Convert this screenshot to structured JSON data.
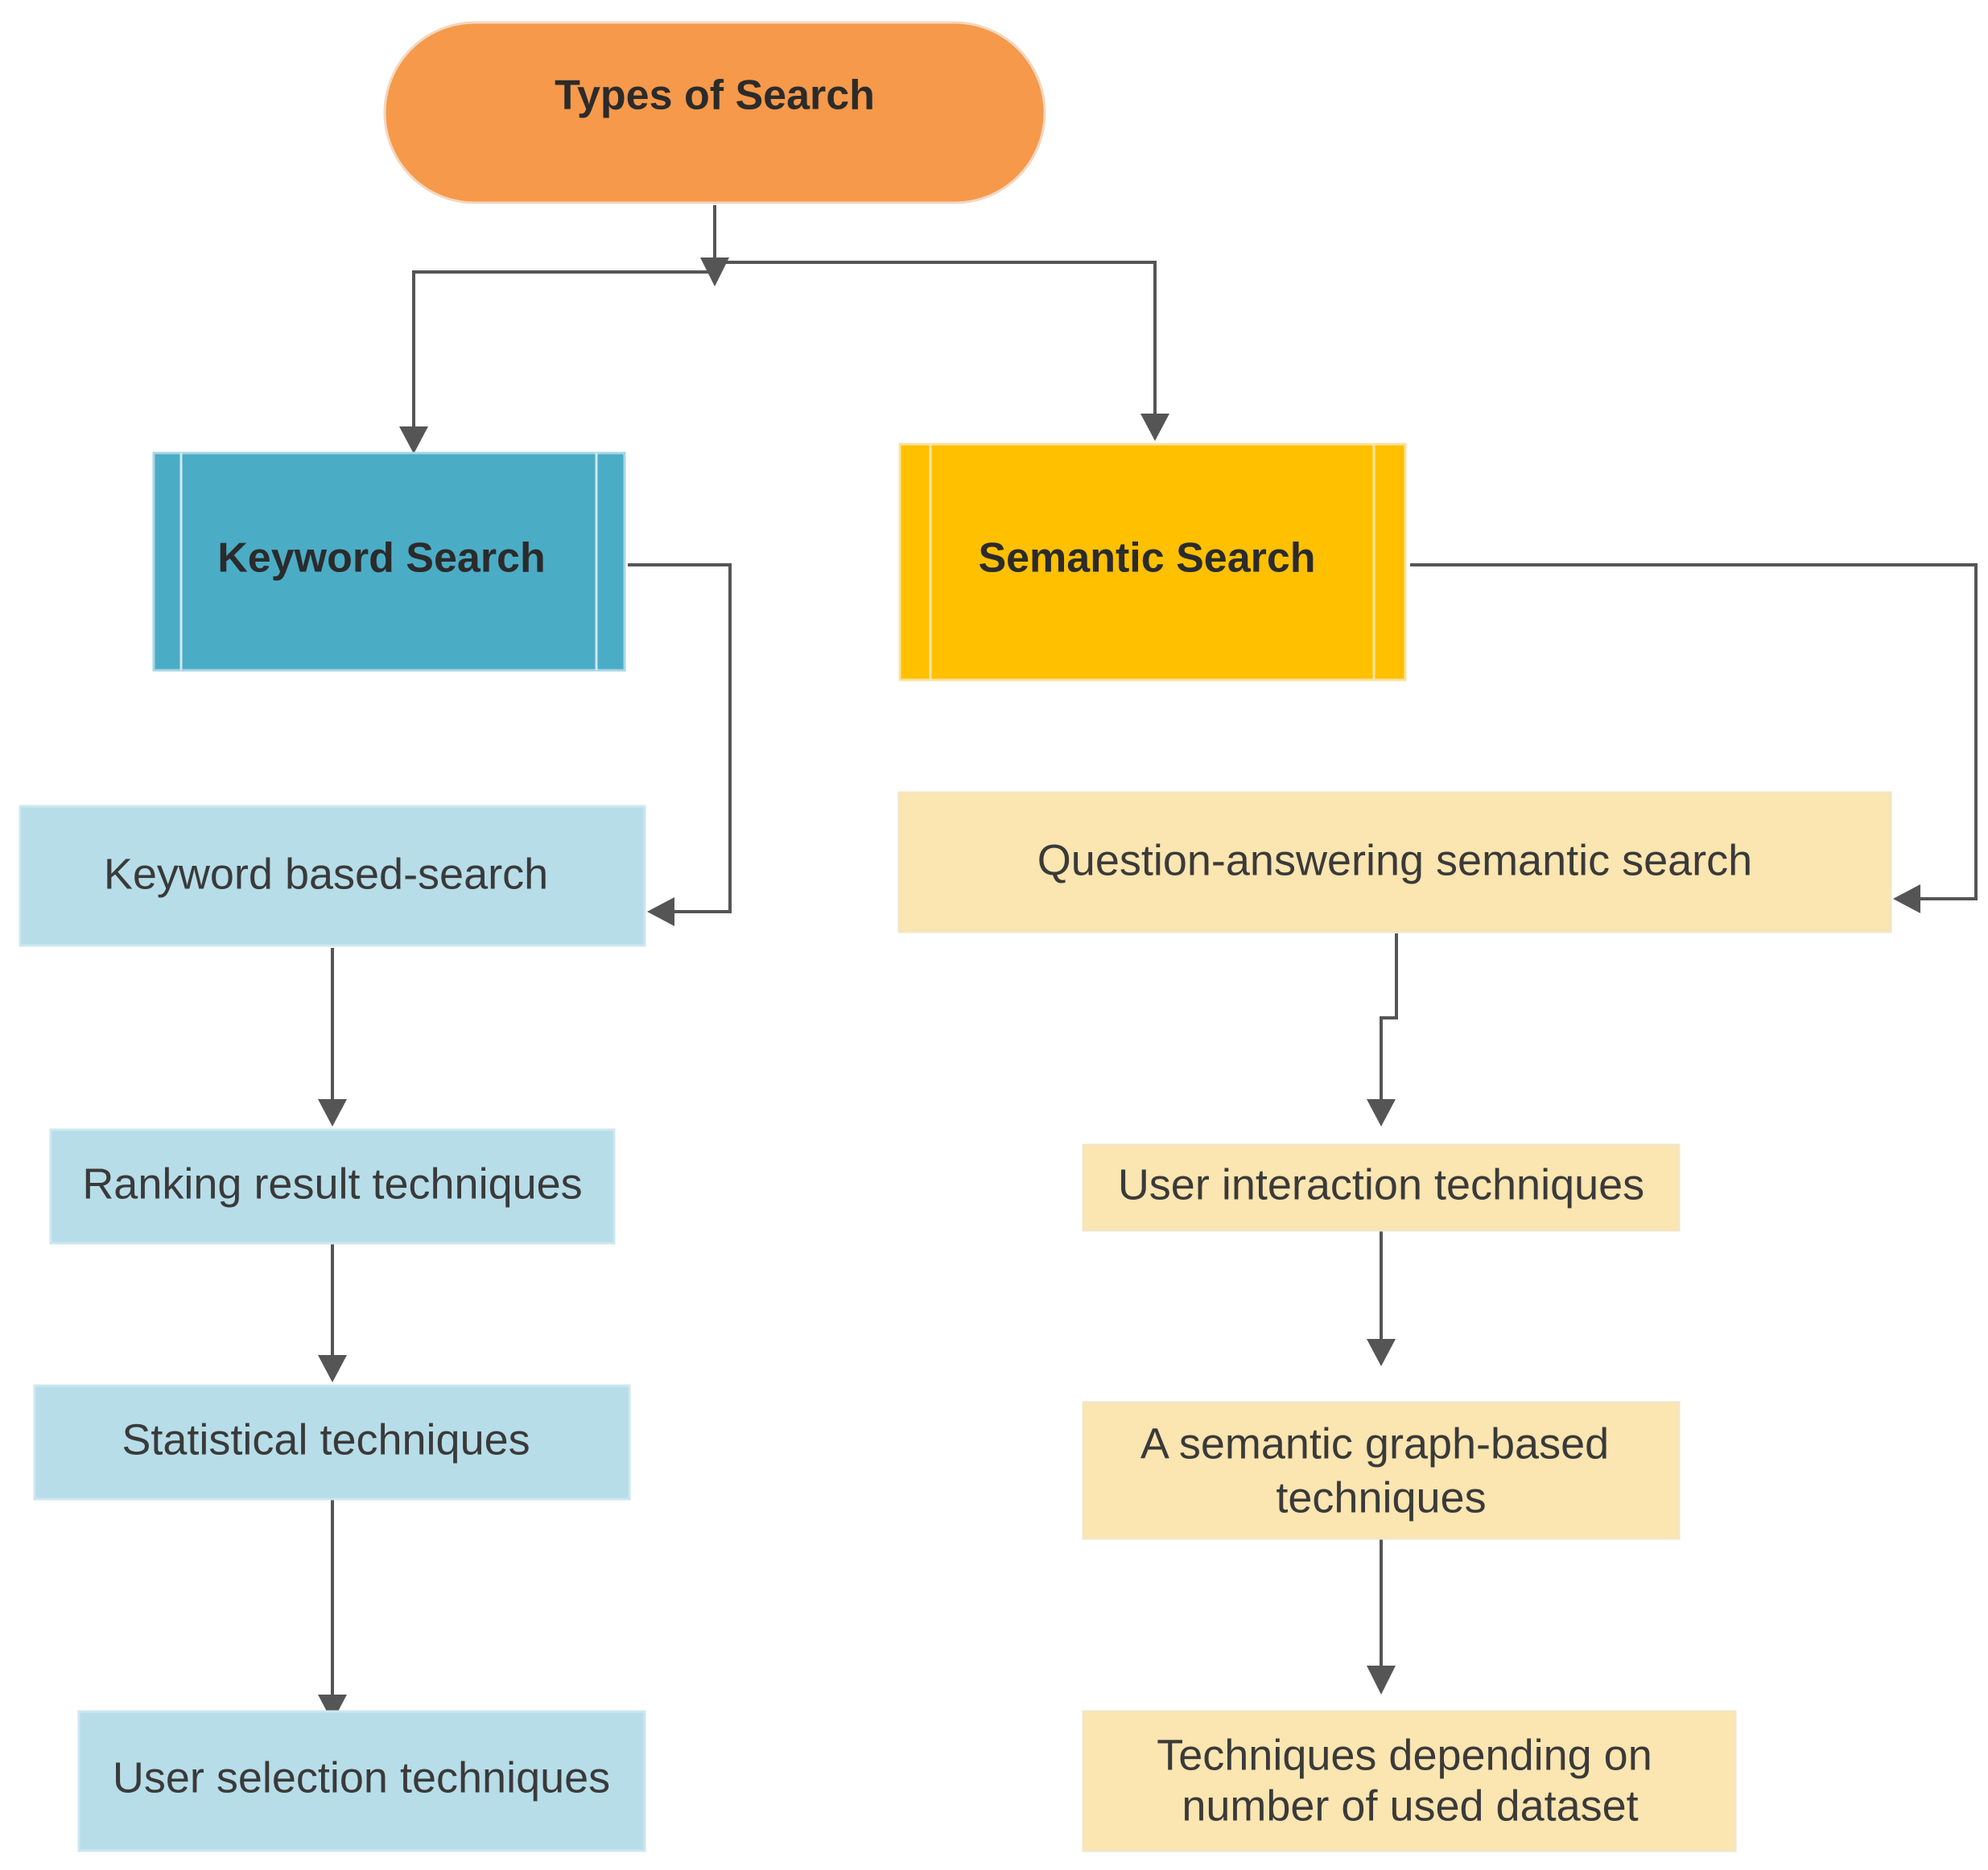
{
  "root": {
    "label": "Types of Search"
  },
  "categories": {
    "keyword": {
      "label": "Keyword Search"
    },
    "semantic": {
      "label": "Semantic Search"
    }
  },
  "keyword_branch": [
    "Keyword based-search",
    "Ranking result techniques",
    "Statistical techniques",
    "User selection techniques"
  ],
  "semantic_branch": {
    "qa": "Question-answering semantic search",
    "user_interaction": "User interaction techniques",
    "graph_line1": "A semantic graph-based",
    "graph_line2": "techniques",
    "dataset_line1": "Techniques depending on",
    "dataset_line2": "number of used dataset"
  },
  "colors": {
    "root_fill": "#F6994A",
    "keyword_fill": "#4BACC6",
    "semantic_fill": "#FFC000",
    "keyword_item_fill": "#B7DDE8",
    "semantic_item_fill": "#FBE5B0",
    "connector": "#555555"
  }
}
